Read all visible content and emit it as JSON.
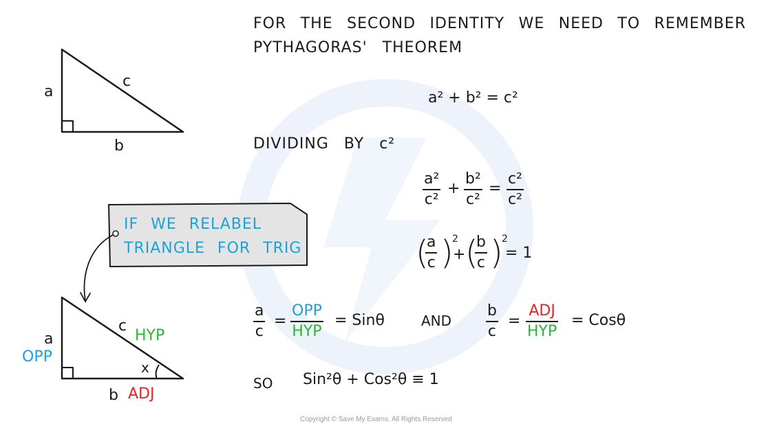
{
  "intro": {
    "line1": "FOR THE SECOND IDENTITY WE NEED TO REMEMBER",
    "line2": "PYTHAGORAS' THEOREM"
  },
  "triangle1": {
    "a": "a",
    "b": "b",
    "c": "c"
  },
  "pythagoras": "a² + b² = c²",
  "dividing": "DIVIDING BY c²",
  "step2": {
    "f1_num": "a²",
    "f1_den": "c²",
    "plus": "+",
    "f2_num": "b²",
    "f2_den": "c²",
    "equals": "=",
    "f3_num": "c²",
    "f3_den": "c²"
  },
  "step3": {
    "f1_num": "a",
    "f1_den": "c",
    "f2_num": "b",
    "f2_den": "c",
    "rhs": "= 1"
  },
  "callout": {
    "line1": "IF WE RELABEL",
    "line2": "TRIANGLE FOR TRIG"
  },
  "triangle2": {
    "a": "a",
    "opp": "OPP",
    "c": "c",
    "hyp": "HYP",
    "x": "x",
    "b": "b",
    "adj": "ADJ"
  },
  "sin_identity": {
    "lhs_num": "a",
    "lhs_den": "c",
    "num": "OPP",
    "den": "HYP",
    "rhs": "= Sinθ"
  },
  "and_label": "AND",
  "cos_identity": {
    "lhs_num": "b",
    "lhs_den": "c",
    "num": "ADJ",
    "den": "HYP",
    "rhs": "= Cosθ"
  },
  "conclusion": {
    "so": "SO",
    "identity": "Sin²θ + Cos²θ ≡ 1"
  },
  "copyright": "Copyright © Save My Exams. All Rights Reserved",
  "colors": {
    "blue": "#1aa3d9",
    "green": "#2eb33a",
    "red": "#e8232a",
    "callout_bg": "#e4e4e4"
  }
}
